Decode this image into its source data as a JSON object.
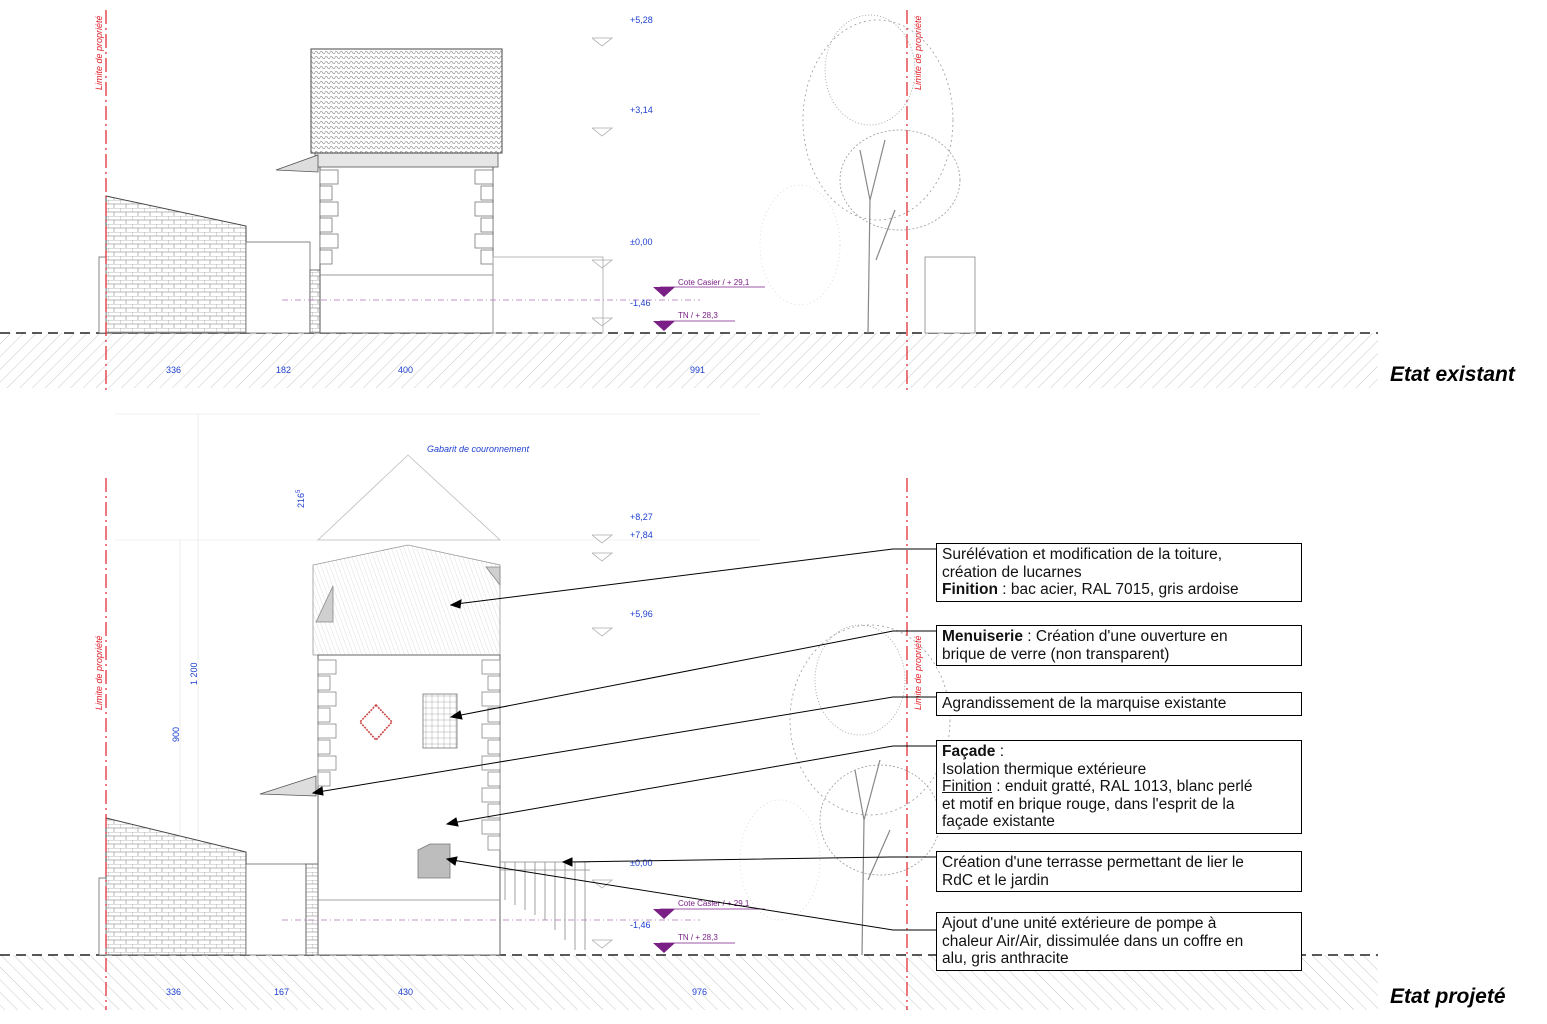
{
  "sections": {
    "existing": {
      "title": "Etat existant",
      "property_limit_label": "Limite de propriété",
      "levels": [
        "+5,28",
        "+3,14",
        "±0,00",
        "-1,46"
      ],
      "markers": [
        "Cote Casier / + 29,1",
        "TN / + 28,3"
      ],
      "dimensions": [
        "336",
        "182",
        "400",
        "991"
      ]
    },
    "projected": {
      "title": "Etat projeté",
      "property_limit_label": "Limite de propriété",
      "envelope_label": "Gabarit de couronnement",
      "levels": [
        "+8,27",
        "+7,84",
        "+5,96",
        "±0,00",
        "-1,46"
      ],
      "markers": [
        "Cote Casier / + 29,1",
        "TN / + 28,3"
      ],
      "dimensions": [
        "336",
        "167",
        "430",
        "976"
      ],
      "vertical_dims": [
        "1 200",
        "900"
      ],
      "ridge_dim": "216",
      "ridge_dim_sup": "5"
    }
  },
  "callouts": [
    {
      "id": "roof",
      "lines": [
        {
          "text": "Surélévation et modification de la toiture,"
        },
        {
          "text": "création de lucarnes"
        },
        {
          "bold": "Finition",
          "text": " : bac acier, RAL 7015, gris ardoise"
        }
      ]
    },
    {
      "id": "joinery",
      "lines": [
        {
          "bold": "Menuiserie",
          "text": " : Création d'une ouverture en"
        },
        {
          "text": "brique de verre (non transparent)"
        }
      ]
    },
    {
      "id": "canopy",
      "lines": [
        {
          "text": "Agrandissement de la marquise existante"
        }
      ]
    },
    {
      "id": "facade",
      "lines": [
        {
          "bold": "Façade",
          "text": " :"
        },
        {
          "text": "Isolation thermique extérieure"
        },
        {
          "underline": "Finition",
          "text": " : enduit gratté, RAL 1013, blanc perlé"
        },
        {
          "text": "et motif en brique rouge, dans l'esprit de la"
        },
        {
          "text": "façade existante"
        }
      ]
    },
    {
      "id": "terrace",
      "lines": [
        {
          "text": "Création d'une terrasse permettant de lier le"
        },
        {
          "text": "RdC et le jardin"
        }
      ]
    },
    {
      "id": "heatpump",
      "lines": [
        {
          "text": "Ajout d'une unité extérieure de pompe à"
        },
        {
          "text": "chaleur Air/Air, dissimulée dans un coffre en"
        },
        {
          "text": "alu, gris anthracite"
        }
      ]
    }
  ],
  "colors": {
    "property_limit": "#e0202a",
    "dimension_text": "#1e3fd0",
    "level_marker": "#7a1f86",
    "ground_hatch": "#bdbdbd",
    "tree": "#9a9a9a"
  }
}
